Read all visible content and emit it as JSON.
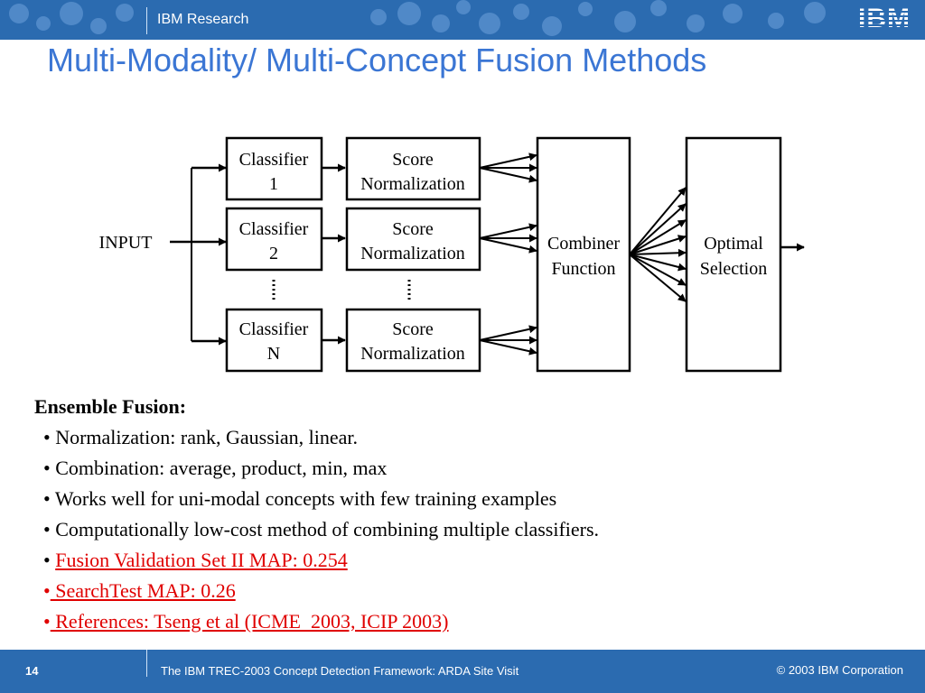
{
  "header": {
    "title": "IBM Research",
    "logo": "IBM"
  },
  "slide": {
    "title": "Multi-Modality/ Multi-Concept Fusion Methods"
  },
  "diagram": {
    "input_label": "INPUT",
    "classifiers": [
      {
        "line1": "Classifier",
        "line2": "1"
      },
      {
        "line1": "Classifier",
        "line2": "2"
      },
      {
        "line1": "Classifier",
        "line2": "N"
      }
    ],
    "normalizers": [
      {
        "line1": "Score",
        "line2": "Normalization"
      },
      {
        "line1": "Score",
        "line2": "Normalization"
      },
      {
        "line1": "Score",
        "line2": "Normalization"
      }
    ],
    "combiner": {
      "line1": "Combiner",
      "line2": "Function"
    },
    "selection": {
      "line1": "Optimal",
      "line2": "Selection"
    }
  },
  "content": {
    "heading": "Ensemble Fusion:",
    "bullets": [
      "Normalization: rank, Gaussian, linear.",
      "Combination: average, product, min, max",
      "Works well for uni-modal concepts with few training examples",
      "Computationally low-cost method of combining multiple classifiers."
    ],
    "links": [
      "Fusion Validation Set II MAP: 0.254",
      " SearchTest MAP: 0.26",
      " References: Tseng et al (ICME  2003, ICIP 2003)"
    ]
  },
  "footer": {
    "page_number": "14",
    "text": "The IBM TREC-2003 Concept Detection Framework: ARDA Site Visit",
    "copyright": "© 2003 IBM Corporation"
  },
  "colors": {
    "brand_blue": "#2b6bb0",
    "title_blue": "#3b76d4",
    "link_red": "#e00000"
  }
}
